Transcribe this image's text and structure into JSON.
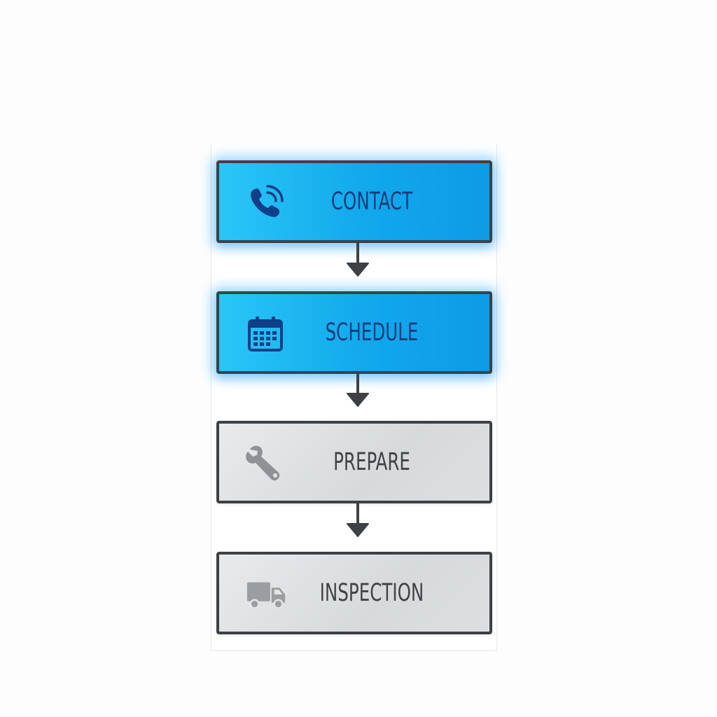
{
  "steps": [
    {
      "id": "contact",
      "label": "CONTACT",
      "icon": "phone-icon",
      "state": "active"
    },
    {
      "id": "schedule",
      "label": "SCHEDULE",
      "icon": "calendar-icon",
      "state": "active"
    },
    {
      "id": "prepare",
      "label": "PREPARE",
      "icon": "wrench-icon",
      "state": "inactive"
    },
    {
      "id": "inspection",
      "label": "INSPECTION",
      "icon": "truck-icon",
      "state": "inactive"
    }
  ],
  "colors": {
    "active_fill": "#11a8ec",
    "active_text": "#123c7a",
    "inactive_fill": "#dcdfe2",
    "inactive_text": "#3f4347",
    "border": "#3d4145",
    "inactive_icon": "#9a9ea2"
  }
}
